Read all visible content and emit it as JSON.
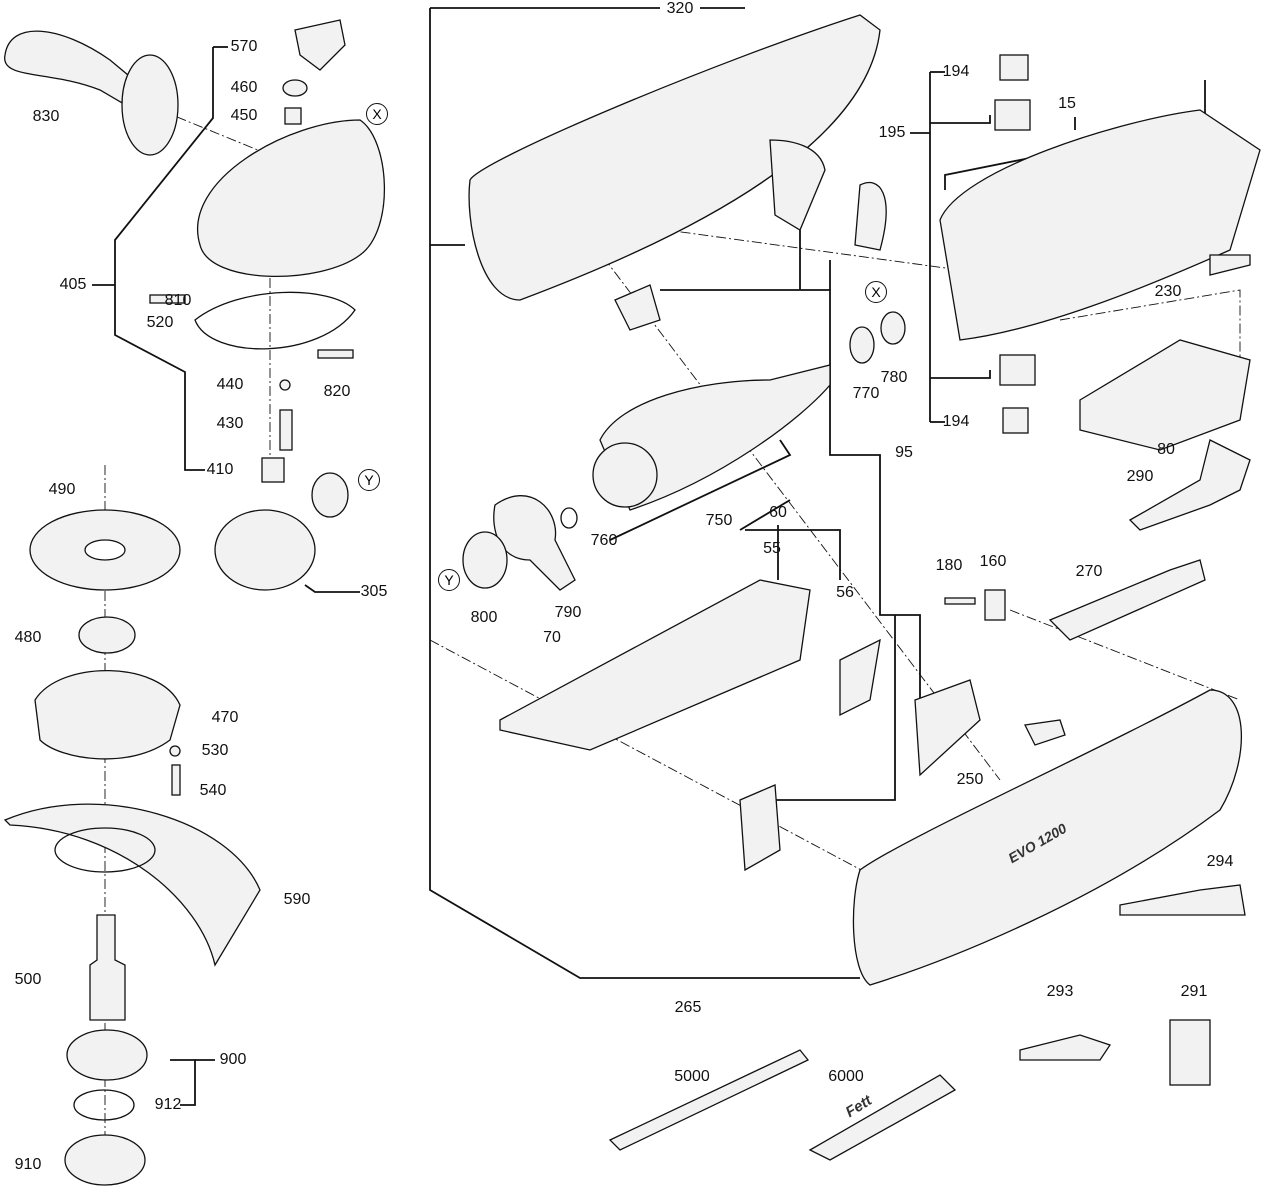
{
  "diagram": {
    "part_numbers": [
      "320",
      "570",
      "460",
      "450",
      "830",
      "194",
      "15",
      "195",
      "405",
      "810",
      "520",
      "230",
      "770",
      "780",
      "820",
      "440",
      "194",
      "430",
      "80",
      "95",
      "410",
      "290",
      "490",
      "60",
      "750",
      "760",
      "55",
      "180",
      "160",
      "270",
      "305",
      "56",
      "800",
      "790",
      "480",
      "70",
      "470",
      "530",
      "540",
      "250",
      "294",
      "590",
      "500",
      "265",
      "293",
      "291",
      "900",
      "5000",
      "6000",
      "912",
      "910"
    ],
    "reference_marks": [
      "X",
      "X",
      "Y",
      "Y"
    ],
    "product_marking": "EVO 1200",
    "tube_marking": "Fett",
    "line_color": "#111111",
    "part_fill": "#f2f2f2"
  }
}
